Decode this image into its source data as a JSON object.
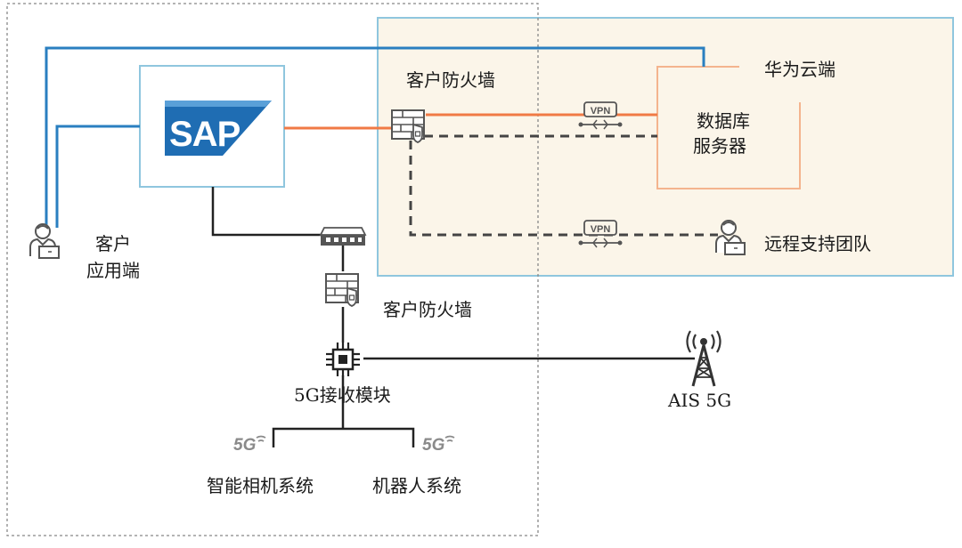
{
  "labels": {
    "huawei_cloud": "华为云端",
    "firewall_top": "客户防火墙",
    "firewall_mid": "客户防火墙",
    "db_line1": "数据库",
    "db_line2": "服务器",
    "remote_support": "远程支持团队",
    "client_line1": "客户",
    "client_line2": "应用端",
    "module_5g": "5G接收模块",
    "ais": "AIS 5G",
    "camera_system": "智能相机系统",
    "robot_system": "机器人系统"
  },
  "sap_logo_text": "SAP",
  "vpn_top": "VPN",
  "vpn_bottom": "VPN",
  "badge_5g_left": "5G",
  "badge_5g_right": "5G",
  "colors": {
    "cloud_fill": "#fbf5e9",
    "cloud_border": "#8fc6de",
    "blue_line": "#2a7fc0",
    "orange_line": "#f07a45",
    "db_border": "#f4b48e",
    "sap_blue": "#1f6db3",
    "dark_line": "#222222",
    "gray_icon": "#555555"
  },
  "icons": [
    "sap-logo",
    "firewall-icon",
    "vpn-icon",
    "user-icon",
    "switch-icon",
    "chip-icon",
    "tower-icon",
    "5g-icon"
  ]
}
